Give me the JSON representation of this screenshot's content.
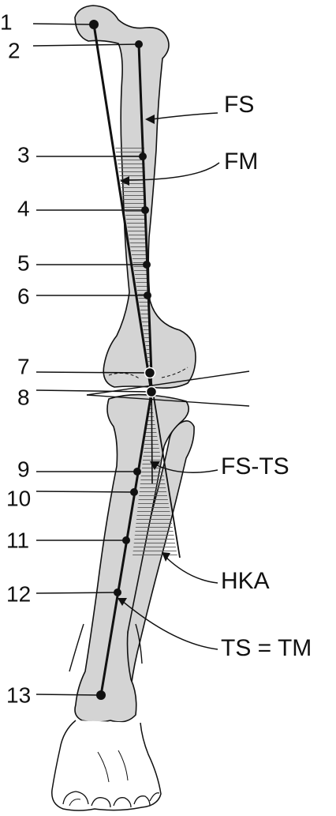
{
  "figure": {
    "point_numbers": [
      "1",
      "2",
      "3",
      "4",
      "5",
      "6",
      "7",
      "8",
      "9",
      "10",
      "11",
      "12",
      "13"
    ],
    "labels": {
      "fs": "FS",
      "fm": "FM",
      "fs_ts": "FS-TS",
      "hka": "HKA",
      "ts_tm": "TS = TM"
    },
    "colors": {
      "bone_fill": "#d4d4d4",
      "outline": "#111111",
      "hatch": "#555555",
      "background": "#ffffff"
    }
  }
}
